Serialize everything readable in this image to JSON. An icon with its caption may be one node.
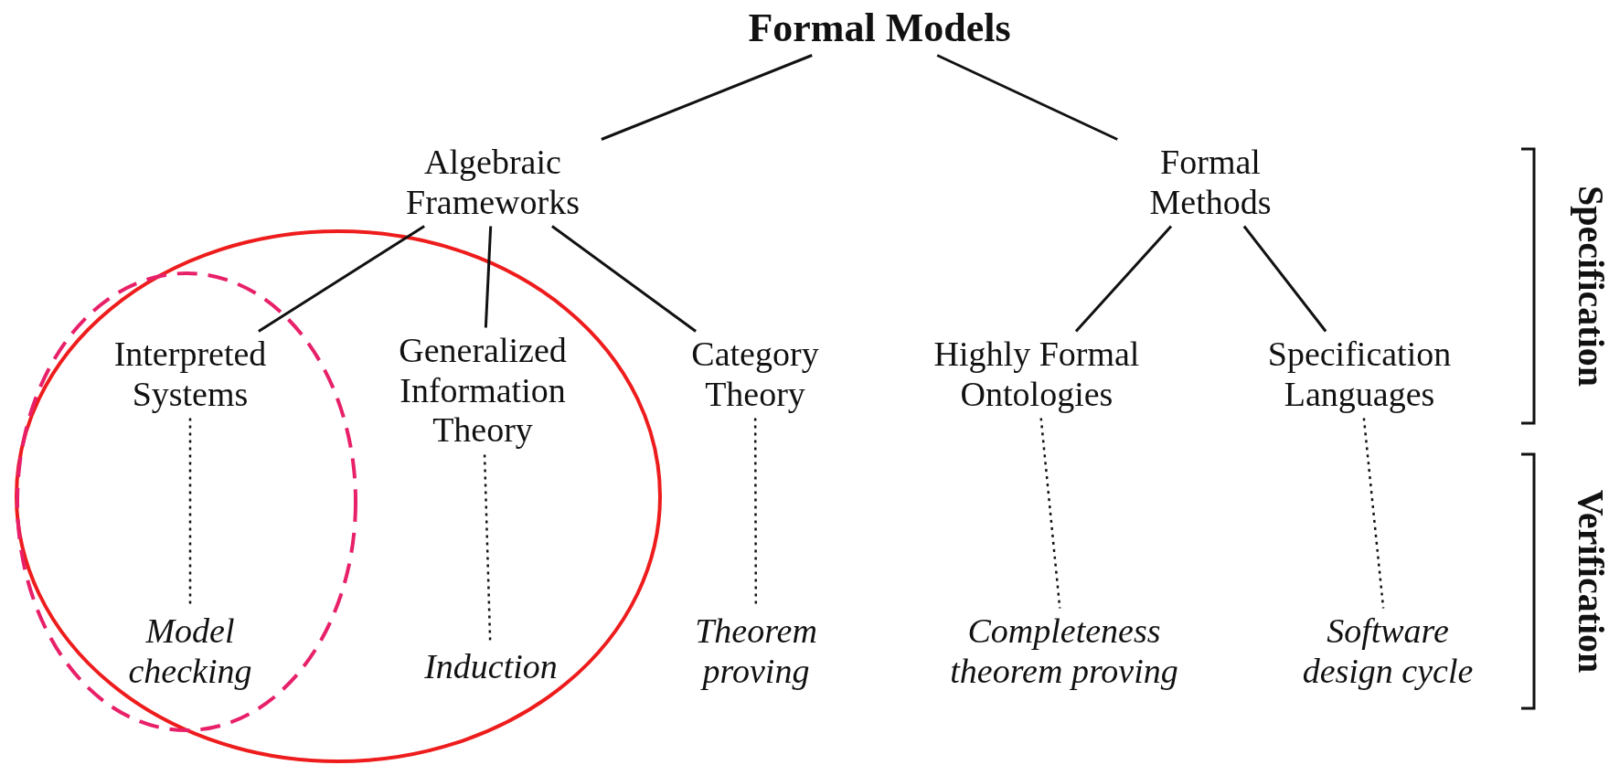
{
  "diagram": {
    "nodes": [
      {
        "text": [
          "Formal Models"
        ]
      },
      {
        "text": [
          "Algebraic Frameworks"
        ]
      },
      {
        "text": [
          "Formal Methods"
        ]
      },
      {
        "text": [
          "Interpreted Systems"
        ]
      },
      {
        "text": [
          "Generalized Information Theory"
        ]
      },
      {
        "text": [
          "Category Theory"
        ]
      },
      {
        "text": [
          "Highly Formal Ontologies"
        ]
      },
      {
        "text": [
          "Specification Languages"
        ]
      },
      {
        "text": [
          "Model checking"
        ]
      },
      {
        "text": [
          "Induction"
        ]
      },
      {
        "text": [
          "Theorem proving"
        ]
      },
      {
        "text": [
          "Completeness theorem proving"
        ]
      },
      {
        "text": [
          "Software design cycle"
        ]
      }
    ],
    "edges": [
      {
        "from": 0,
        "to": 1,
        "arrow": "none"
      },
      {
        "from": 0,
        "to": 2,
        "arrow": "none"
      },
      {
        "from": 1,
        "to": 3,
        "arrow": "none"
      },
      {
        "from": 1,
        "to": 4,
        "arrow": "none"
      },
      {
        "from": 1,
        "to": 5,
        "arrow": "none"
      },
      {
        "from": 2,
        "to": 6,
        "arrow": "none"
      },
      {
        "from": 2,
        "to": 7,
        "arrow": "none"
      },
      {
        "from": 3,
        "to": 8,
        "arrow": "none",
        "style": "dashed"
      },
      {
        "from": 4,
        "to": 9,
        "arrow": "none",
        "style": "dashed"
      },
      {
        "from": 5,
        "to": 10,
        "arrow": "none",
        "style": "dashed"
      },
      {
        "from": 6,
        "to": 11,
        "arrow": "none",
        "style": "dashed"
      },
      {
        "from": 7,
        "to": 12,
        "arrow": "none",
        "style": "dashed"
      }
    ],
    "labels": [
      "Specification",
      "Verification"
    ]
  }
}
